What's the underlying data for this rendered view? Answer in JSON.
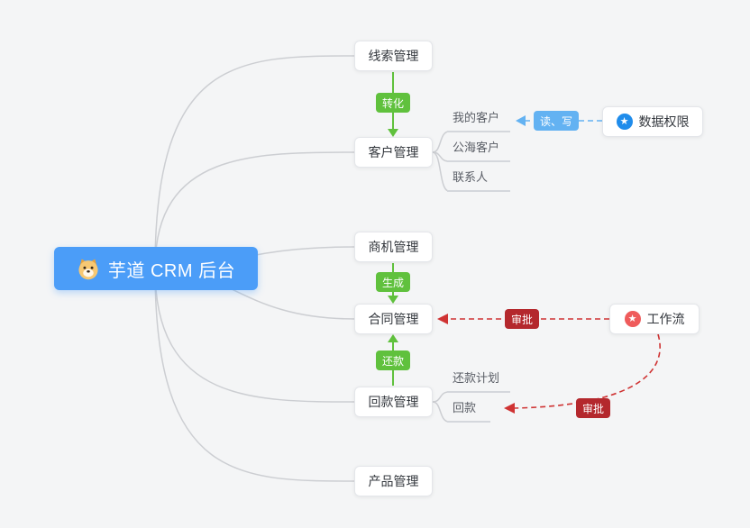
{
  "root": {
    "label": "芋道 CRM 后台",
    "icon": "dog-icon"
  },
  "branches": {
    "leads": {
      "label": "线索管理"
    },
    "customers": {
      "label": "客户管理"
    },
    "opportunities": {
      "label": "商机管理"
    },
    "contracts": {
      "label": "合同管理"
    },
    "receivables": {
      "label": "回款管理"
    },
    "products": {
      "label": "产品管理"
    }
  },
  "customer_children": {
    "mine": {
      "label": "我的客户"
    },
    "public": {
      "label": "公海客户"
    },
    "contacts": {
      "label": "联系人"
    }
  },
  "receivable_children": {
    "plan": {
      "label": "还款计划"
    },
    "payment": {
      "label": "回款"
    }
  },
  "edge_labels": {
    "convert": "转化",
    "read_write": "读、写",
    "generate": "生成",
    "repay": "还款",
    "approve_contract": "审批",
    "approve_receivable": "审批"
  },
  "side_nodes": {
    "data_permission": {
      "label": "数据权限",
      "icon": "star-icon",
      "icon_glyph": "★",
      "icon_color": "#1f8ceb"
    },
    "workflow": {
      "label": "工作流",
      "icon": "star-icon",
      "icon_glyph": "★",
      "icon_color": "#ef5b5b"
    }
  },
  "colors": {
    "background": "#f4f5f6",
    "root_bg": "#4b9df8",
    "green": "#60c13d",
    "blue_badge": "#63b2f2",
    "red_badge": "#b4282d",
    "red_line": "#cf3333",
    "gray_line": "#ccced2"
  }
}
